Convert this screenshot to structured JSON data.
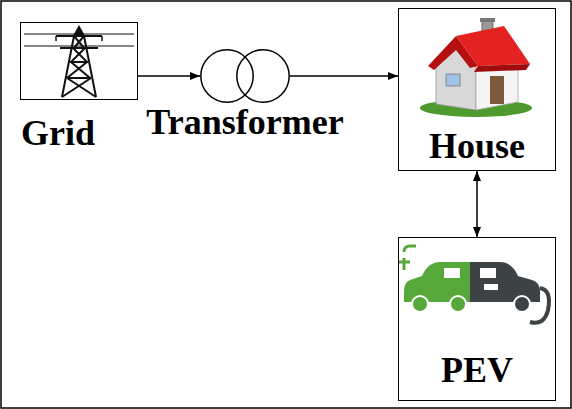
{
  "diagram": {
    "nodes": [
      {
        "text": [
          "Grid"
        ]
      },
      {
        "text": [
          "Transformer"
        ]
      },
      {
        "text": [
          "House"
        ]
      },
      {
        "text": [
          "PEV"
        ]
      }
    ],
    "edges": [
      {
        "from": 0,
        "to": 1,
        "arrow": "to"
      },
      {
        "from": 1,
        "to": 2,
        "arrow": "to"
      },
      {
        "from": 2,
        "to": 3,
        "arrow": "both"
      }
    ]
  }
}
